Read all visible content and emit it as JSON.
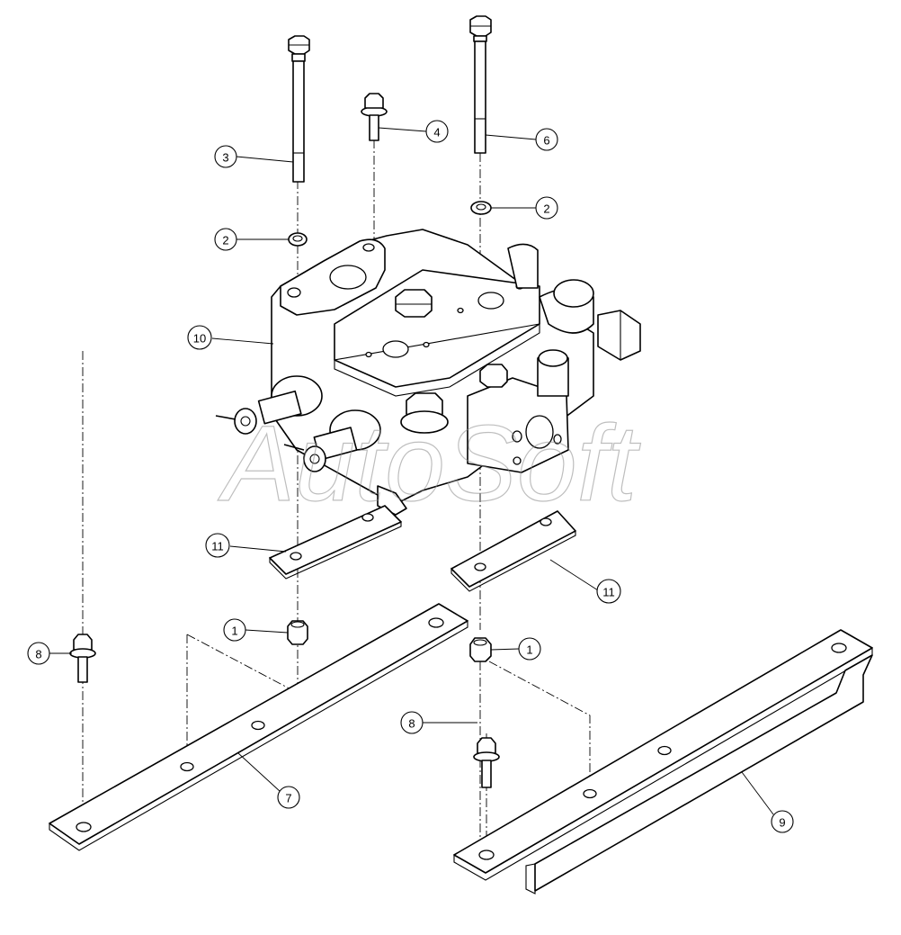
{
  "watermark": "AutoSoft",
  "callouts": [
    {
      "id": "3-top-left",
      "label": "3"
    },
    {
      "id": "4-top",
      "label": "4"
    },
    {
      "id": "6-top-right",
      "label": "6"
    },
    {
      "id": "2-left",
      "label": "2"
    },
    {
      "id": "2-right",
      "label": "2"
    },
    {
      "id": "10",
      "label": "10"
    },
    {
      "id": "11-left",
      "label": "11"
    },
    {
      "id": "11-right",
      "label": "11"
    },
    {
      "id": "1-left",
      "label": "1"
    },
    {
      "id": "1-right",
      "label": "1"
    },
    {
      "id": "8-left",
      "label": "8"
    },
    {
      "id": "8-right",
      "label": "8"
    },
    {
      "id": "7",
      "label": "7"
    },
    {
      "id": "9",
      "label": "9"
    }
  ],
  "colors": {
    "line": "#000000",
    "background": "#ffffff",
    "watermark": "#8a8a8a"
  }
}
